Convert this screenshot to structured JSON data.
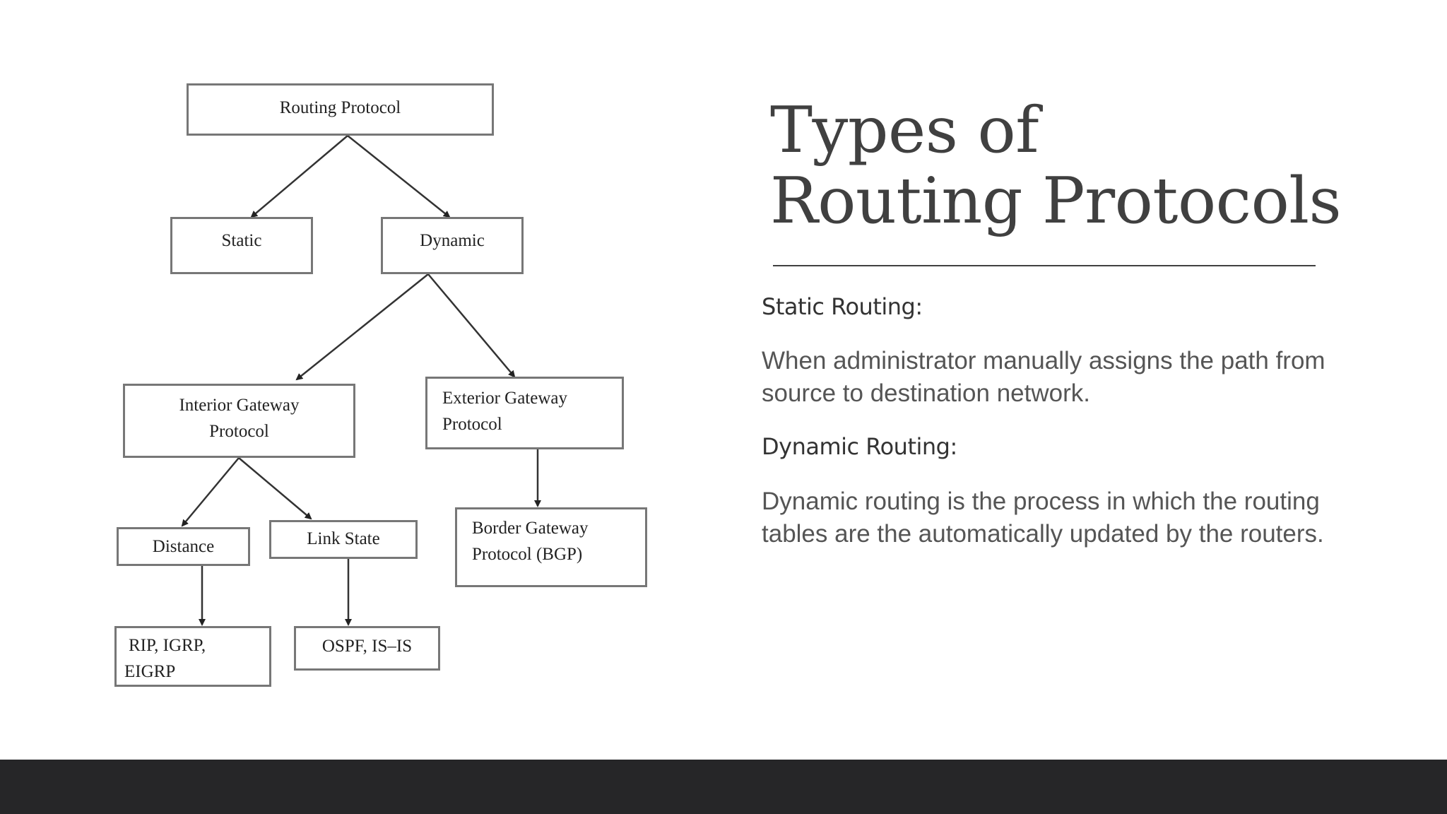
{
  "slide": {
    "title_lines": [
      "Types of",
      "Routing Protocols"
    ],
    "sections": [
      {
        "heading": "Static Routing:",
        "text_lines": [
          "When administrator manually assigns the path from",
          "source to destination network."
        ]
      },
      {
        "heading": "Dynamic Routing:",
        "text_lines": [
          "Dynamic routing is the process in which the routing",
          "tables are the automatically updated by the routers."
        ]
      }
    ],
    "colors": {
      "background": "#ffffff",
      "footer": "#262628",
      "title": "#404040",
      "body_text": "#555555",
      "node_border": "#777777"
    }
  },
  "diagram": {
    "nodes": {
      "root": [
        "Routing Protocol"
      ],
      "static": [
        "Static"
      ],
      "dynamic": [
        "Dynamic"
      ],
      "igp": [
        "Interior Gateway",
        "Protocol"
      ],
      "egp": [
        "Exterior Gateway",
        "Protocol"
      ],
      "distance": [
        "Distance"
      ],
      "link_state": [
        "Link State"
      ],
      "bgp": [
        "Border Gateway",
        "Protocol (BGP)"
      ],
      "rip": [
        "RIP, IGRP,",
        "EIGRP"
      ],
      "ospf": [
        "OSPF, IS–IS"
      ]
    },
    "edges": [
      [
        "root",
        "static"
      ],
      [
        "root",
        "dynamic"
      ],
      [
        "dynamic",
        "igp"
      ],
      [
        "dynamic",
        "egp"
      ],
      [
        "igp",
        "distance"
      ],
      [
        "igp",
        "link_state"
      ],
      [
        "egp",
        "bgp"
      ],
      [
        "distance",
        "rip"
      ],
      [
        "link_state",
        "ospf"
      ]
    ]
  }
}
